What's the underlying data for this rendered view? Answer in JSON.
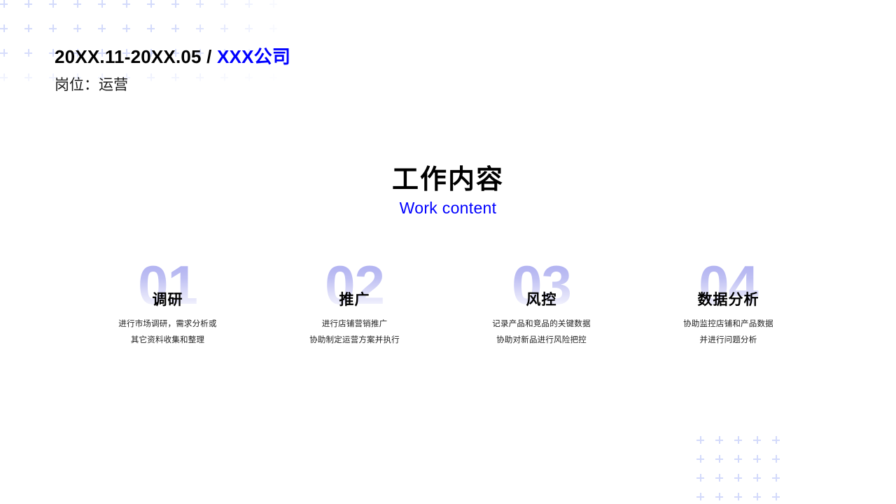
{
  "slide": {
    "background_color": "#ffffff",
    "accent_color": "#0000ff",
    "number_gradient_top": "#a9aaf0",
    "number_gradient_bottom": "#ffffff",
    "decoration_color": "#d3dafb"
  },
  "header": {
    "period": "20XX.11-20XX.05 / ",
    "company": "XXX公司",
    "role": "岗位：运营"
  },
  "section": {
    "title_cn": "工作内容",
    "title_en": "Work content"
  },
  "columns": [
    {
      "number": "01",
      "title": "调研",
      "desc_line1": "进行市场调研，需求分析或",
      "desc_line2": "其它资料收集和整理"
    },
    {
      "number": "02",
      "title": "推广",
      "desc_line1": "进行店铺营销推广",
      "desc_line2": "协助制定运营方案并执行"
    },
    {
      "number": "03",
      "title": "风控",
      "desc_line1": "记录产品和竞品的关键数据",
      "desc_line2": "协助对新品进行风险把控"
    },
    {
      "number": "04",
      "title": "数据分析",
      "desc_line1": "协助监控店铺和产品数据",
      "desc_line2": "并进行问题分析"
    }
  ],
  "decorations": {
    "top_left": {
      "icon": "plus-grid-icon",
      "columns": 12,
      "rows": 4,
      "spacing": 35
    },
    "bottom_right": {
      "icon": "plus-grid-icon",
      "columns": 5,
      "rows": 4,
      "spacing": 27
    }
  }
}
